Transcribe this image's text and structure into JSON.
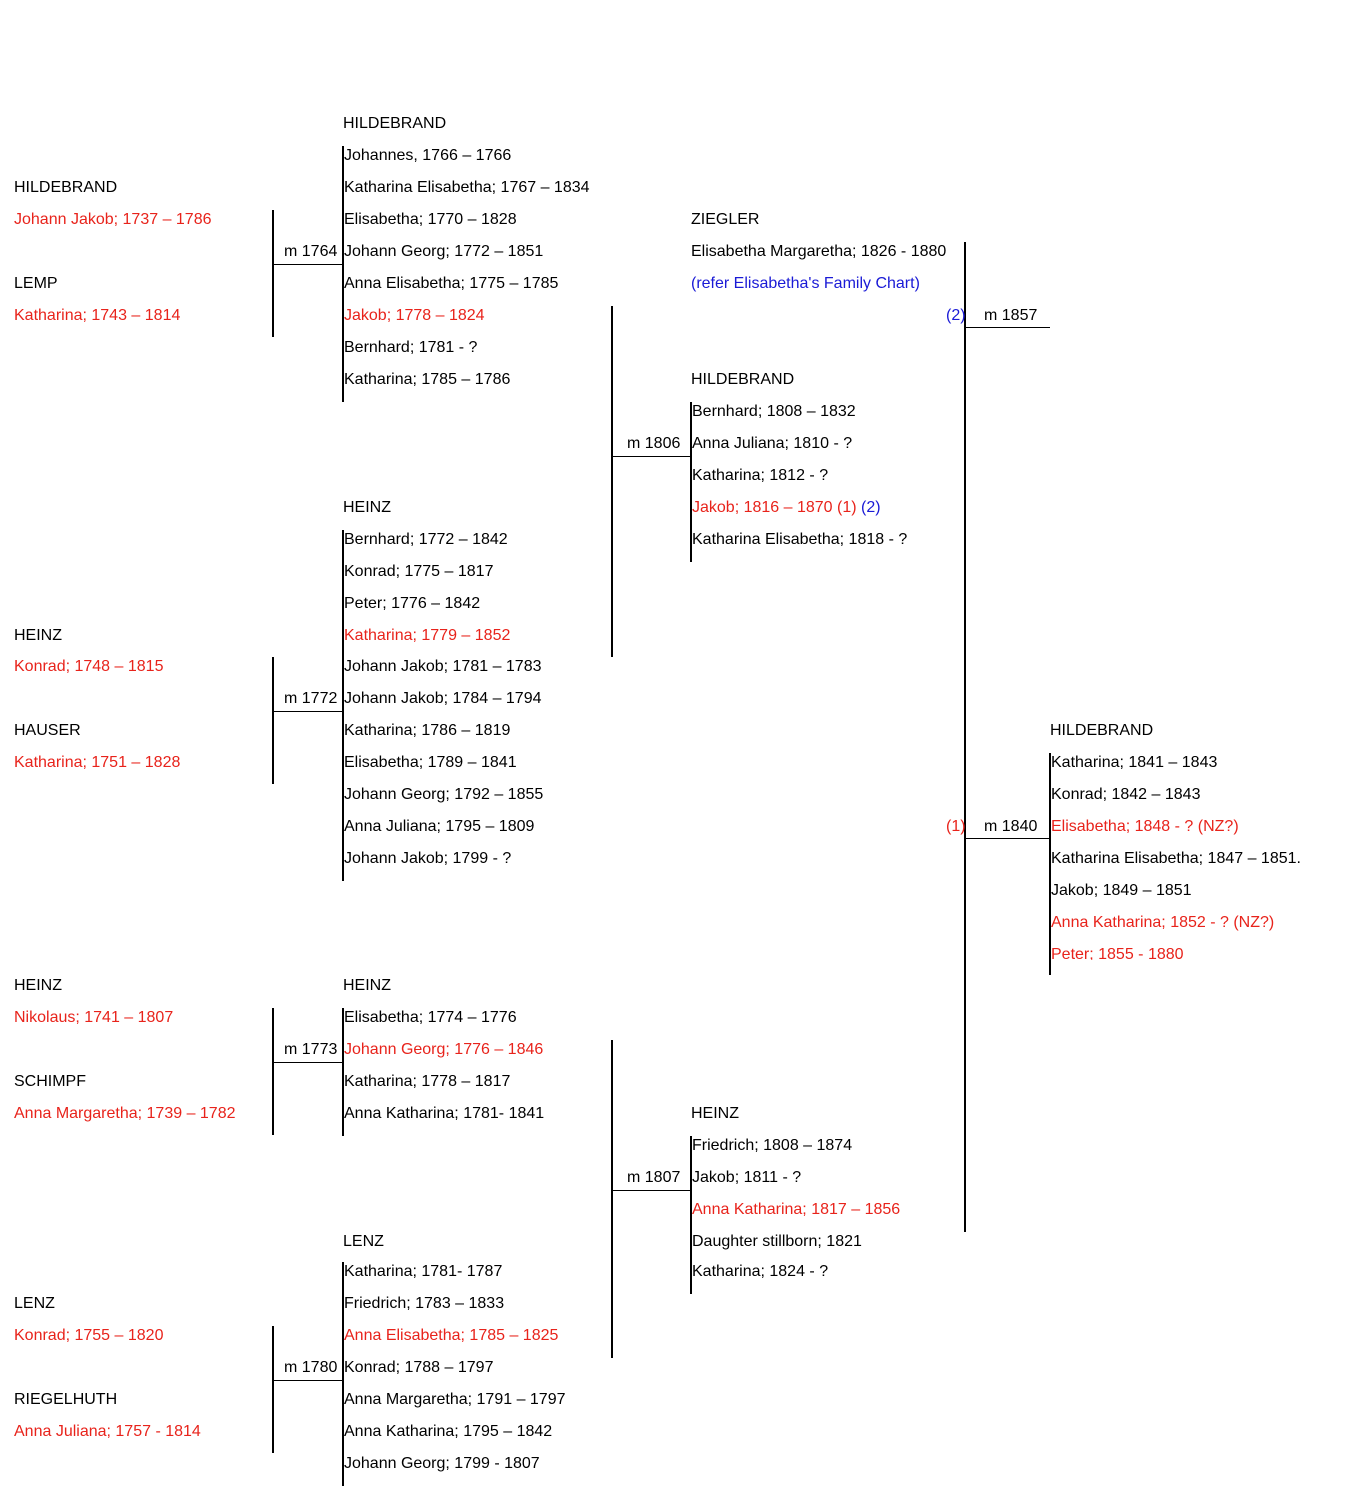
{
  "colors": {
    "text": "#000000",
    "highlight": "#e8231b",
    "link": "#1a1ad6"
  },
  "parents": {
    "hildebrand_sur": "HILDEBRAND",
    "hildebrand_name": "Johann Jakob; 1737 – 1786",
    "lemp_sur": "LEMP",
    "lemp_name": "Katharina; 1743 – 1814",
    "heinz1_sur": "HEINZ",
    "heinz1_name": "Konrad; 1748 – 1815",
    "hauser_sur": "HAUSER",
    "hauser_name": "Katharina; 1751 – 1828",
    "heinz2_sur": "HEINZ",
    "heinz2_name": "Nikolaus; 1741 – 1807",
    "schimpf_sur": "SCHIMPF",
    "schimpf_name": "Anna Margaretha; 1739 – 1782",
    "lenz_sur": "LENZ",
    "lenz_name": "Konrad; 1755 – 1820",
    "riegelhuth_sur": "RIEGELHUTH",
    "riegelhuth_name": "Anna Juliana; 1757 - 1814"
  },
  "marriages": {
    "m1764": "m 1764",
    "m1772": "m 1772",
    "m1773": "m 1773",
    "m1780": "m 1780",
    "m1806": "m 1806",
    "m1807": "m 1807",
    "m1857": "m 1857",
    "m1840": "m 1840",
    "marker2": "(2)",
    "marker1": "(1)"
  },
  "families": {
    "hildebrand1764": {
      "surname": "HILDEBRAND",
      "children": [
        "Johannes, 1766 – 1766",
        "Katharina Elisabetha; 1767 – 1834",
        "Elisabetha; 1770 – 1828",
        "Johann Georg; 1772 – 1851",
        "Anna Elisabetha; 1775 – 1785",
        "Jakob; 1778 – 1824",
        "Bernhard; 1781 - ?",
        "Katharina; 1785 – 1786"
      ]
    },
    "heinz1772": {
      "surname": "HEINZ",
      "children": [
        "Bernhard; 1772 – 1842",
        "Konrad; 1775 – 1817",
        "Peter; 1776 – 1842",
        "Katharina; 1779 – 1852",
        "Johann Jakob; 1781 – 1783",
        "Johann Jakob; 1784 – 1794",
        "Katharina; 1786 – 1819",
        "Elisabetha; 1789 – 1841",
        "Johann Georg; 1792 – 1855",
        "Anna Juliana; 1795 – 1809",
        "Johann Jakob; 1799 - ?"
      ]
    },
    "heinz1773": {
      "surname": "HEINZ",
      "children": [
        "Elisabetha; 1774 – 1776",
        "Johann Georg; 1776 – 1846",
        "Katharina; 1778 – 1817",
        "Anna Katharina; 1781- 1841"
      ]
    },
    "lenz1780": {
      "surname": "LENZ",
      "children": [
        "Katharina; 1781- 1787",
        "Friedrich; 1783 – 1833",
        "Anna Elisabetha; 1785 – 1825",
        "Konrad; 1788 – 1797",
        "Anna Margaretha; 1791 – 1797",
        "Anna Katharina; 1795 – 1842",
        "Johann Georg; 1799 - 1807"
      ]
    },
    "ziegler": {
      "surname": "ZIEGLER",
      "name": "Elisabetha Margaretha; 1826 - 1880",
      "ref": "(refer Elisabetha's Family Chart)"
    },
    "hildebrand1806": {
      "surname": "HILDEBRAND",
      "children": [
        "Bernhard; 1808 – 1832",
        "Anna Juliana; 1810 - ?",
        "Katharina; 1812 - ?",
        "Jakob; 1816 – 1870 (1)",
        "Katharina Elisabetha; 1818 - ?"
      ],
      "jakob_marker2": "(2)"
    },
    "heinz1807": {
      "surname": "HEINZ",
      "children": [
        "Friedrich; 1808 – 1874",
        "Jakob; 1811 - ?",
        "Anna Katharina; 1817 – 1856",
        "Daughter stillborn; 1821",
        "Katharina; 1824 - ?"
      ]
    },
    "hildebrand1840": {
      "surname": "HILDEBRAND",
      "children": [
        "Katharina; 1841 – 1843",
        "Konrad; 1842 – 1843",
        "Elisabetha; 1848 - ? (NZ?)",
        "Katharina Elisabetha; 1847 – 1851.",
        "Jakob; 1849 – 1851",
        "Anna Katharina; 1852 - ? (NZ?)",
        "Peter; 1855 - 1880"
      ]
    }
  }
}
